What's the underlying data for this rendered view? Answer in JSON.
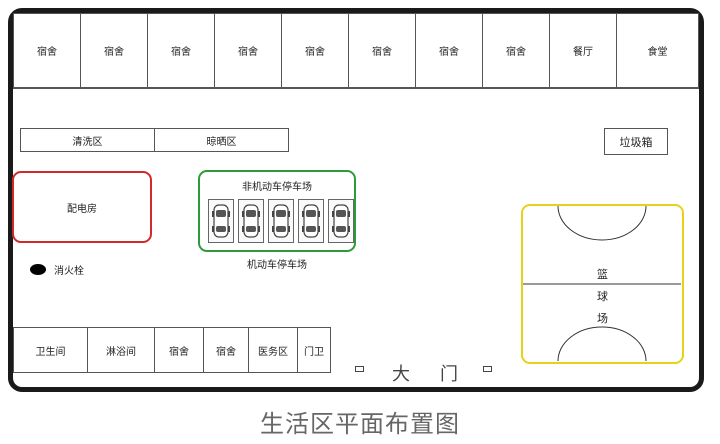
{
  "top_row": [
    "宿舍",
    "宿舍",
    "宿舍",
    "宿舍",
    "宿舍",
    "宿舍",
    "宿舍",
    "宿舍",
    "餐厅",
    "食堂"
  ],
  "laundry": "清洗区",
  "drying": "晾晒区",
  "trash": "垃圾箱",
  "power_room": "配电房",
  "hydrant": "消火栓",
  "nonmotor_parking": "非机动车停车场",
  "motor_parking": "机动车停车场",
  "court_chars": [
    "篮",
    "球",
    "场"
  ],
  "bottom_row": [
    "卫生间",
    "淋浴间",
    "宿舍",
    "宿舍",
    "医务区",
    "门卫"
  ],
  "gate_chars": [
    "大",
    "门"
  ],
  "caption": "生活区平面布置图",
  "colors": {
    "power_room_border": "#d22a2a",
    "parking_border": "#2e9a3a",
    "court_border": "#e6d21a"
  }
}
